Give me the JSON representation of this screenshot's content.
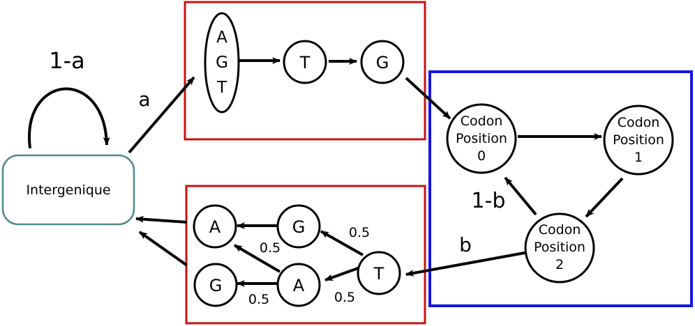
{
  "colors": {
    "start_box": "#cc1111",
    "coding_box": "#1515e0",
    "stop_box": "#cc1111",
    "intergenic_border": "#4f8a8b",
    "edge": "#000000"
  },
  "nodes": {
    "intergenic": "Intergenique",
    "start_first": [
      "A",
      "G",
      "T"
    ],
    "start_t": "T",
    "start_g": "G",
    "codon0": [
      "Codon",
      "Position",
      "0"
    ],
    "codon1": [
      "Codon",
      "Position",
      "1"
    ],
    "codon2": [
      "Codon",
      "Position",
      "2"
    ],
    "stop_a_top": "A",
    "stop_g_top": "G",
    "stop_g_bottom": "G",
    "stop_a_bottom": "A",
    "stop_t": "T"
  },
  "edge_labels": {
    "self_loop": "1-a",
    "to_start": "a",
    "to_stop": "b",
    "back_to_codon0": "1-b",
    "t_to_g": "0.5",
    "t_to_a": "0.5",
    "a_to_a": "0.5",
    "a_to_g": "0.5"
  }
}
